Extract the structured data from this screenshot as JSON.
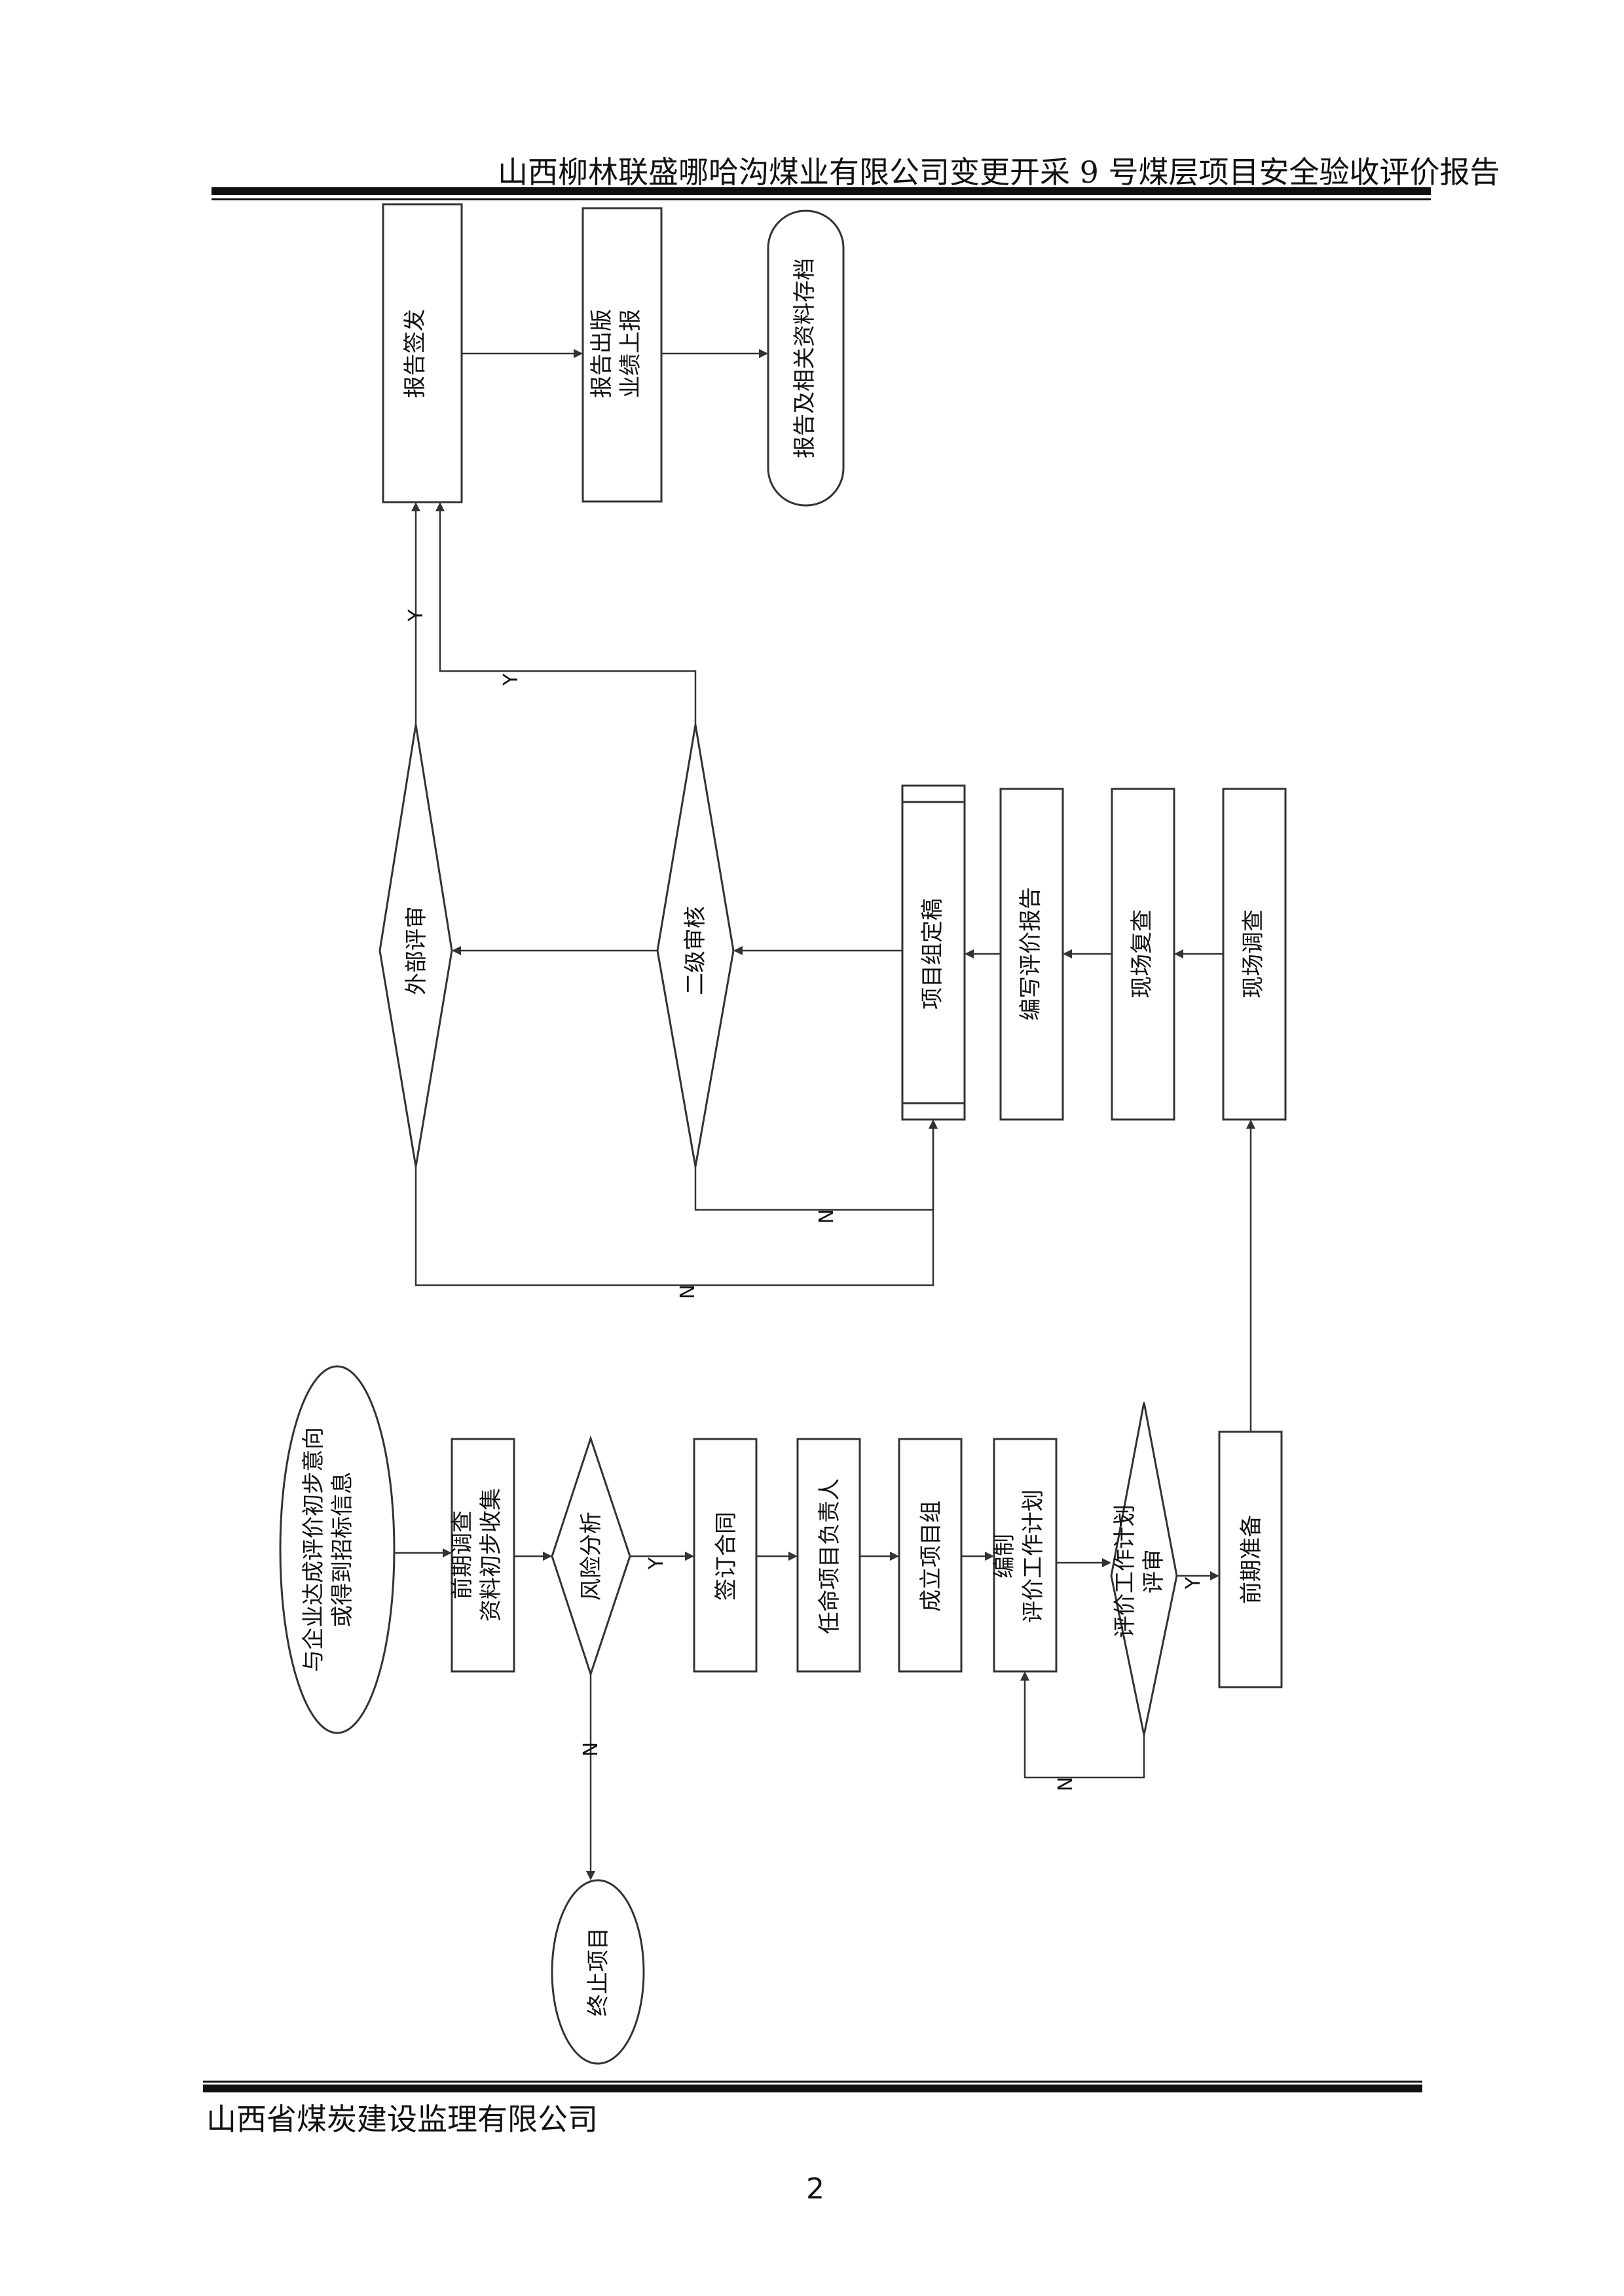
{
  "header": {
    "title": "山西柳林联盛哪哈沟煤业有限公司变更开采 9 号煤层项目安全验收评价报告"
  },
  "footer": {
    "company": "山西省煤炭建设监理有限公司",
    "page_number": "2"
  },
  "flowchart": {
    "nodes": {
      "start": [
        "与企业达成评价初步意向",
        "或得到招标信息"
      ],
      "pre_survey": [
        "前期调查",
        "资料初步收集"
      ],
      "risk": [
        "风险分析"
      ],
      "terminate": [
        "终止项目"
      ],
      "contract": [
        "签订合同"
      ],
      "appoint": [
        "任命项目负责人"
      ],
      "team": [
        "成立项目组"
      ],
      "plan": [
        "编制",
        "评价工作计划"
      ],
      "plan_review": [
        "评价工作计划",
        "评审"
      ],
      "prep": [
        "前期准备"
      ],
      "site_survey": [
        "现场调查"
      ],
      "site_recheck": [
        "现场复查"
      ],
      "write": [
        "编写评价报告"
      ],
      "finalize": [
        "项目组定稿"
      ],
      "review2": [
        "二级审核"
      ],
      "external": [
        "外部评审"
      ],
      "issue": [
        "报告签发"
      ],
      "publish": [
        "报告出版",
        "业绩上报"
      ],
      "archive": [
        "报告及相关资料存档"
      ]
    },
    "labels": {
      "yes": "Y",
      "no": "N"
    }
  }
}
